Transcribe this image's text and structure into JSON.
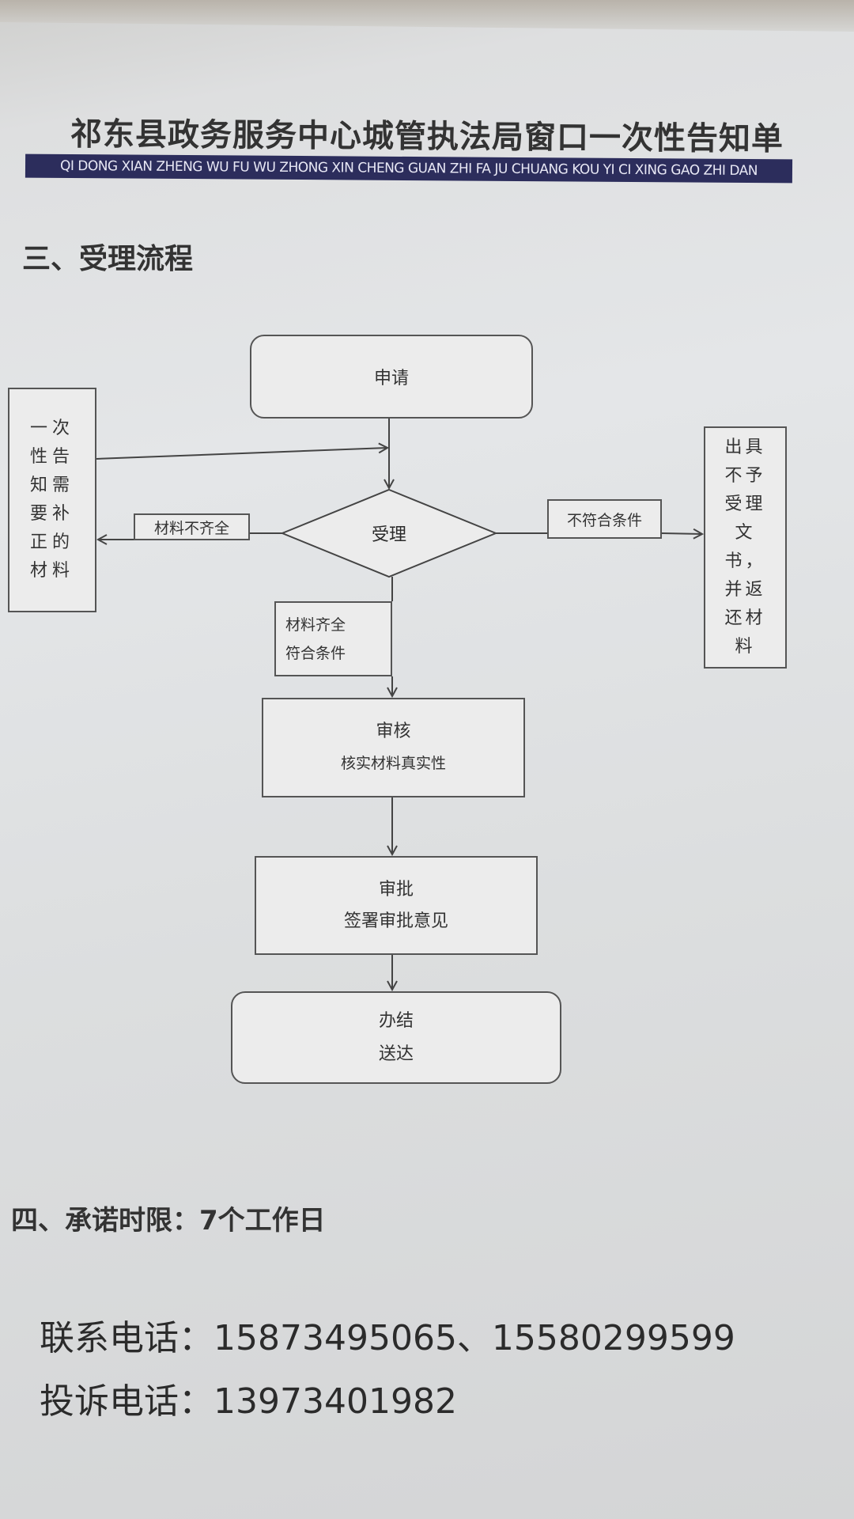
{
  "header": {
    "title": "祁东县政务服务中心城管执法局窗口一次性告知单",
    "pinyin": "QI DONG XIAN ZHENG WU FU WU ZHONG XIN CHENG GUAN ZHI FA JU CHUANG KOU YI CI XING GAO ZHI DAN"
  },
  "section3": {
    "heading": "三、受理流程",
    "nodes": {
      "apply": "申请",
      "accept": "受理",
      "incomplete_label": "材料不齐全",
      "notify_supplement": "一次性告知需要补正的材料",
      "not_qualified_label": "不符合条件",
      "reject": "出具不予受理文书，并返还材料",
      "complete_label_1": "材料齐全",
      "complete_label_2": "符合条件",
      "review_title": "审核",
      "review_sub": "核实材料真实性",
      "approve_title": "审批",
      "approve_sub": "签署审批意见",
      "finish_title": "办结",
      "finish_sub": "送达"
    }
  },
  "section4": {
    "heading": "四、承诺时限：7个工作日"
  },
  "contacts": {
    "phone": "联系电话：15873495065、15580299599",
    "complaint": "投诉电话：13973401982"
  }
}
